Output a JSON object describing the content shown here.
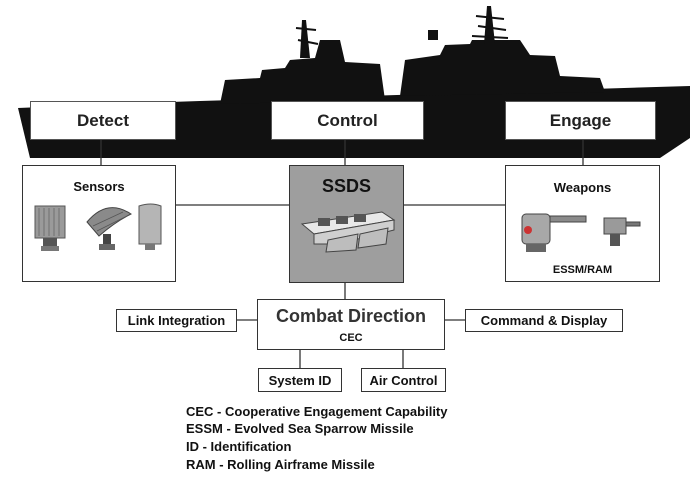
{
  "bar": {
    "detect": "Detect",
    "control": "Control",
    "engage": "Engage"
  },
  "panels": {
    "sensors": {
      "title": "Sensors"
    },
    "ssds": {
      "title": "SSDS"
    },
    "weapons": {
      "title": "Weapons",
      "caption": "ESSM/RAM"
    }
  },
  "combat": {
    "title": "Combat Direction",
    "subtitle": "CEC"
  },
  "side_boxes": {
    "link": "Link Integration",
    "command": "Command & Display",
    "system_id": "System ID",
    "air_control": "Air Control"
  },
  "legend": [
    "CEC - Cooperative Engagement Capability",
    "ESSM - Evolved Sea Sparrow Missile",
    "ID - Identification",
    "RAM - Rolling Airframe Missile"
  ]
}
